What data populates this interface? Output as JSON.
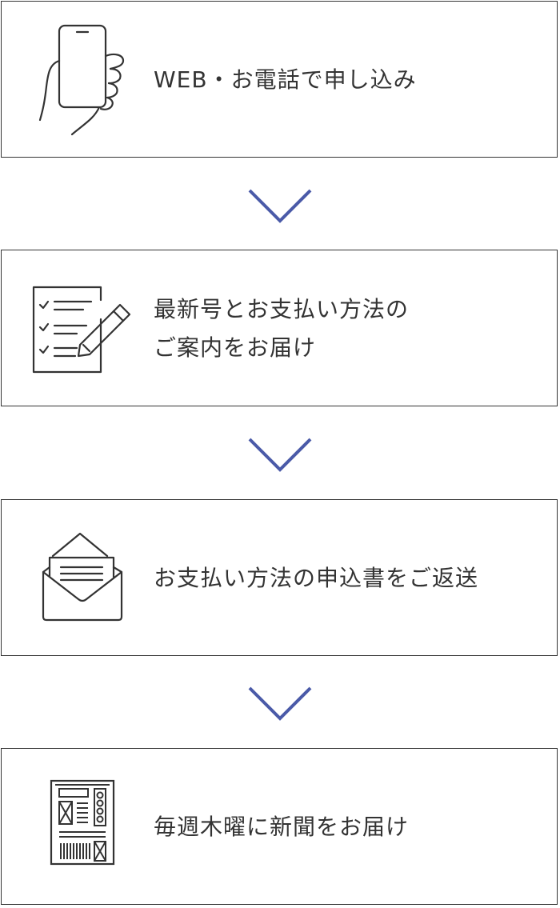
{
  "colors": {
    "border": "#333333",
    "arrow": "#4a5aa8",
    "icon": "#333333"
  },
  "steps": [
    {
      "icon": "smartphone-in-hand-icon",
      "lines": [
        "WEB・お電話で申し込み"
      ]
    },
    {
      "icon": "checklist-with-pen-icon",
      "lines": [
        "最新号とお支払い方法の",
        "ご案内をお届け"
      ]
    },
    {
      "icon": "envelope-with-letter-icon",
      "lines": [
        "お支払い方法の申込書をご返送"
      ]
    },
    {
      "icon": "newspaper-icon",
      "lines": [
        "毎週木曜に新聞をお届け"
      ]
    }
  ]
}
